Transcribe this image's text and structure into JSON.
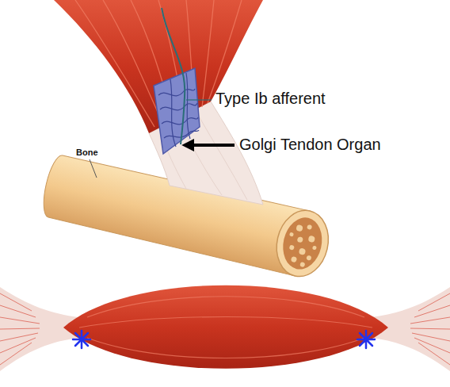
{
  "diagram": {
    "labels": [
      "Type Ib afferent",
      "Golgi Tendon Organ",
      "Bone"
    ]
  }
}
